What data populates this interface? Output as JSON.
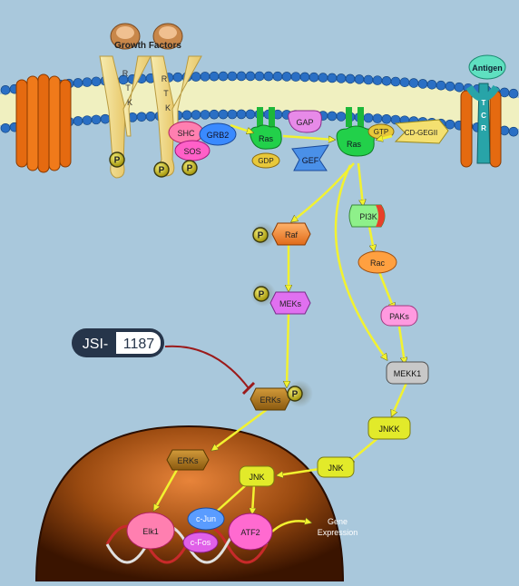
{
  "receptors": {
    "growth_factors": "Growth Factors",
    "rtk_letters": [
      "R",
      "T",
      "K"
    ],
    "antigen": "Antigen",
    "tcr_letters": [
      "T",
      "C",
      "R"
    ]
  },
  "membrane_proteins": {
    "shc": "SHC",
    "grb2": "GRB2",
    "sos": "SOS",
    "ras_gdp": "Ras",
    "gdp": "GDP",
    "gap": "GAP",
    "gef": "GEF",
    "ras_gtp": "Ras",
    "gtp": "GTP",
    "cd_gegii": "CD-GEGII"
  },
  "phospho": "P",
  "cascade": {
    "raf": "Raf",
    "meks": "MEKs",
    "erks": "ERKs",
    "pi3k": "PI3K",
    "rac": "Rac",
    "paks": "PAKs",
    "mekk1": "MEKK1",
    "jnkk": "JNKK",
    "jnk": "JNK"
  },
  "nucleus": {
    "erks": "ERKs",
    "jnk": "JNK",
    "elk1": "Elk1",
    "cjun": "c-Jun",
    "cfos": "c-Fos",
    "atf2": "ATF2",
    "gene_line1": "Gene",
    "gene_line2": "Expression"
  },
  "inhibitor": {
    "prefix": "JSI-",
    "number": "1187"
  },
  "colors": {
    "background": "#a9c8dc",
    "membrane_head": "#2a6fc4",
    "membrane_tail": "#f0f0c0",
    "arrow": "#f2f230",
    "inhibition": "#9b1a1a"
  }
}
